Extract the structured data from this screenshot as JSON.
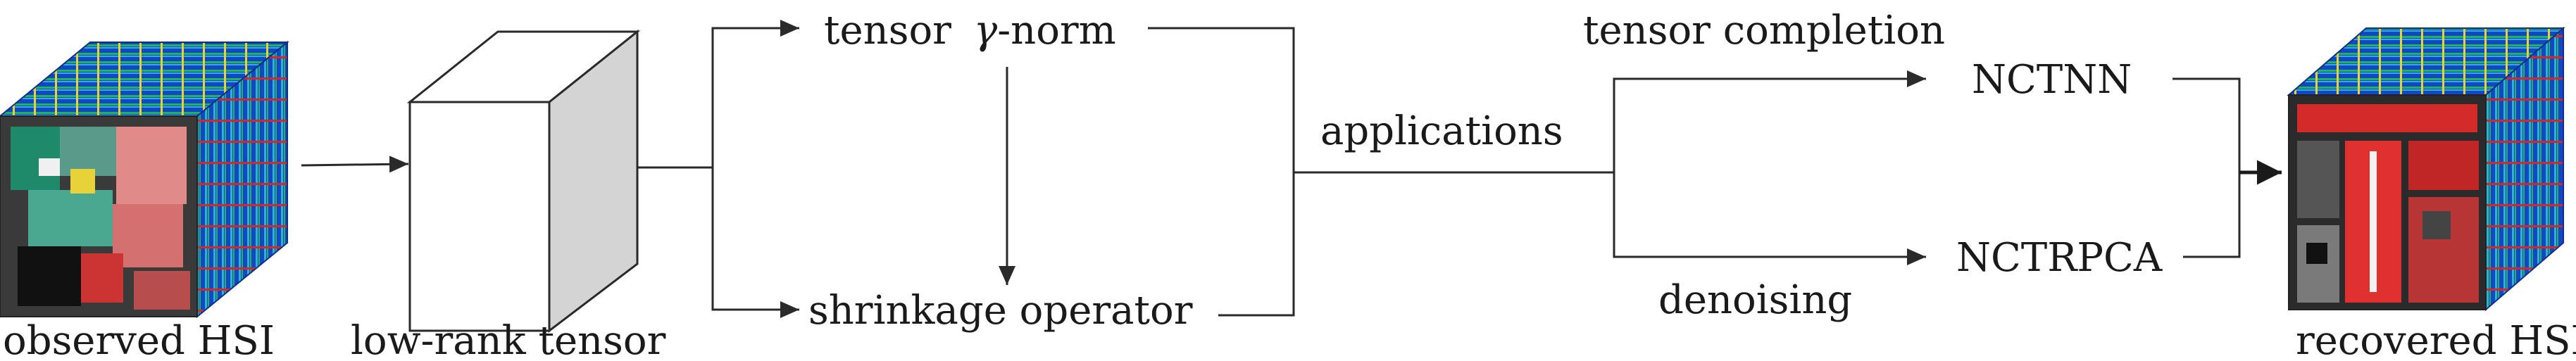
{
  "labels": {
    "observed": "observed HSI",
    "lowrank": "low-rank tensor",
    "gamma_prefix": "tensor ",
    "gamma_symbol": "γ",
    "gamma_suffix": "-norm",
    "shrinkage": "shrinkage operator",
    "applications": "applications",
    "completion": "tensor completion",
    "denoising": "denoising",
    "nctnn": "NCTNN",
    "nctrpca": "NCTRPCA",
    "recovered": "recovered HSI"
  },
  "colors": {
    "cube_face": "#ffffff",
    "cube_side": "#d4d4d4",
    "hsi_blue": "#1446c8",
    "hsi_green": "#22b45a",
    "hsi_cyan": "#2ab4d2",
    "hsi_red": "#d62828",
    "hsi_yellow": "#e8d23a"
  },
  "icons": {
    "observed": "hsi-data-cube-icon",
    "recovered": "hsi-data-cube-icon"
  }
}
